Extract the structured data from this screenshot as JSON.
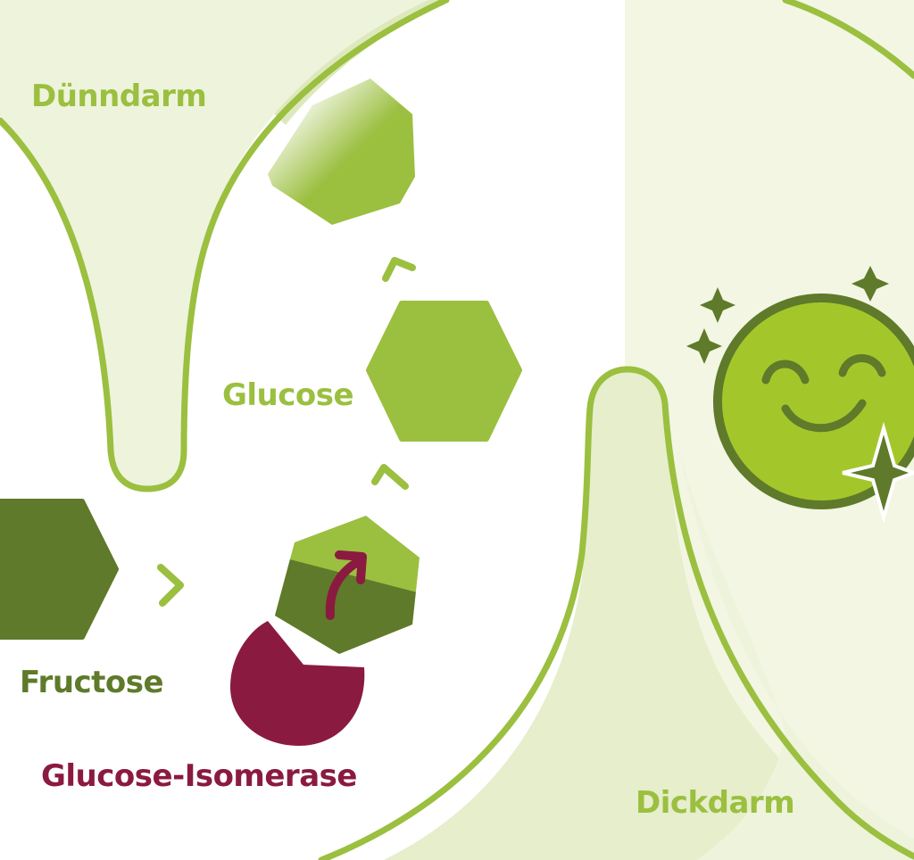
{
  "labels": {
    "small_intestine": "Dünndarm",
    "glucose": "Glucose",
    "fructose": "Fructose",
    "enzyme": "Glucose-Isomerase",
    "large_intestine": "Dickdarm"
  },
  "icons": {
    "face": "smiling-face-icon",
    "sparkles": "sparkle-icon",
    "rotation": "curved-arrow-icon",
    "chevrons": "chevron-icon"
  },
  "colors": {
    "light_green": "#9bbf3f",
    "pale_green": "#eef3dc",
    "dark_green": "#5e7a2a",
    "enzyme_red": "#8b1a40",
    "face_green": "#a3c72a",
    "text_glucose": "#9bbf3f",
    "text_fructose": "#5e7a2a",
    "text_enzyme": "#8b1a40",
    "text_intestine": "#9bbf3f"
  }
}
